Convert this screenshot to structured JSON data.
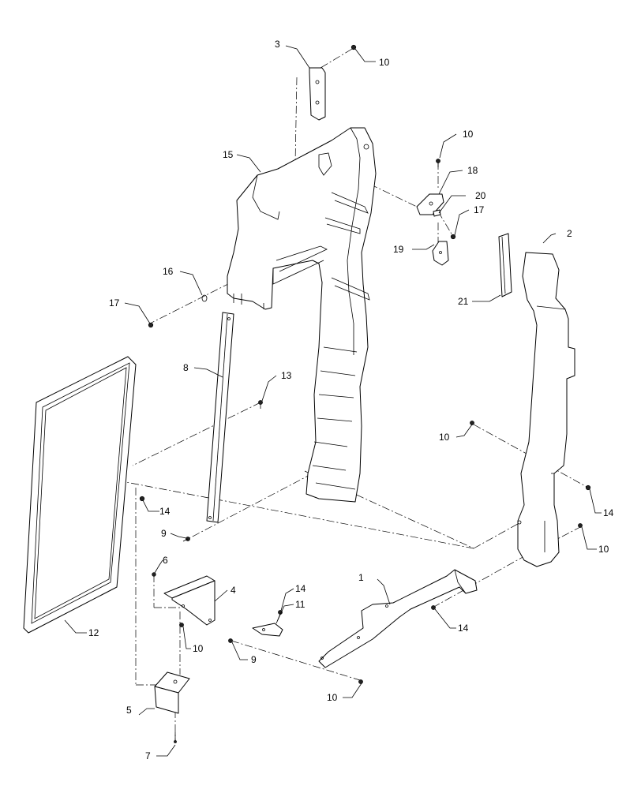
{
  "diagram": {
    "callouts": [
      {
        "id": "c-3a",
        "text": "3"
      },
      {
        "id": "c-10a",
        "text": "10"
      },
      {
        "id": "c-15",
        "text": "15"
      },
      {
        "id": "c-10b",
        "text": "10"
      },
      {
        "id": "c-18",
        "text": "18"
      },
      {
        "id": "c-20",
        "text": "20"
      },
      {
        "id": "c-17a",
        "text": "17"
      },
      {
        "id": "c-19",
        "text": "19"
      },
      {
        "id": "c-2",
        "text": "2"
      },
      {
        "id": "c-16",
        "text": "16"
      },
      {
        "id": "c-21",
        "text": "21"
      },
      {
        "id": "c-17b",
        "text": "17"
      },
      {
        "id": "c-8",
        "text": "8"
      },
      {
        "id": "c-13",
        "text": "13"
      },
      {
        "id": "c-10c",
        "text": "10"
      },
      {
        "id": "c-14a",
        "text": "14"
      },
      {
        "id": "c-14b",
        "text": "14"
      },
      {
        "id": "c-9a",
        "text": "9"
      },
      {
        "id": "c-10d",
        "text": "10"
      },
      {
        "id": "c-6",
        "text": "6"
      },
      {
        "id": "c-4",
        "text": "4"
      },
      {
        "id": "c-1",
        "text": "1"
      },
      {
        "id": "c-14c",
        "text": "14"
      },
      {
        "id": "c-11",
        "text": "11"
      },
      {
        "id": "c-12",
        "text": "12"
      },
      {
        "id": "c-10e",
        "text": "10"
      },
      {
        "id": "c-14d",
        "text": "14"
      },
      {
        "id": "c-9b",
        "text": "9"
      },
      {
        "id": "c-10f",
        "text": "10"
      },
      {
        "id": "c-5",
        "text": "5"
      },
      {
        "id": "c-7",
        "text": "7"
      }
    ]
  }
}
